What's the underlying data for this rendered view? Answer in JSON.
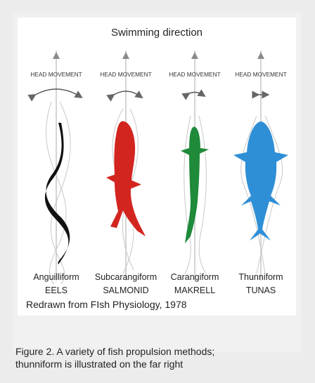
{
  "figure": {
    "title": "Swimming direction",
    "head_movement_label": "HEAD MOVEMENT",
    "columns": [
      {
        "name": "Anguilliform",
        "example": "EELS",
        "color": "#111111"
      },
      {
        "name": "Subcarangiform",
        "example": "SALMONID",
        "color": "#d32520"
      },
      {
        "name": "Carangiform",
        "example": "MAKRELL",
        "color": "#1f8a3a"
      },
      {
        "name": "Thunniform",
        "example": "TUNAS",
        "color": "#2f8fd6"
      }
    ],
    "credit": "Redrawn from FIsh Physiology, 1978"
  },
  "caption": {
    "line1": "Figure 2. A variety of fish propulsion methods;",
    "line2": "thunniform is illustrated on the far right"
  }
}
